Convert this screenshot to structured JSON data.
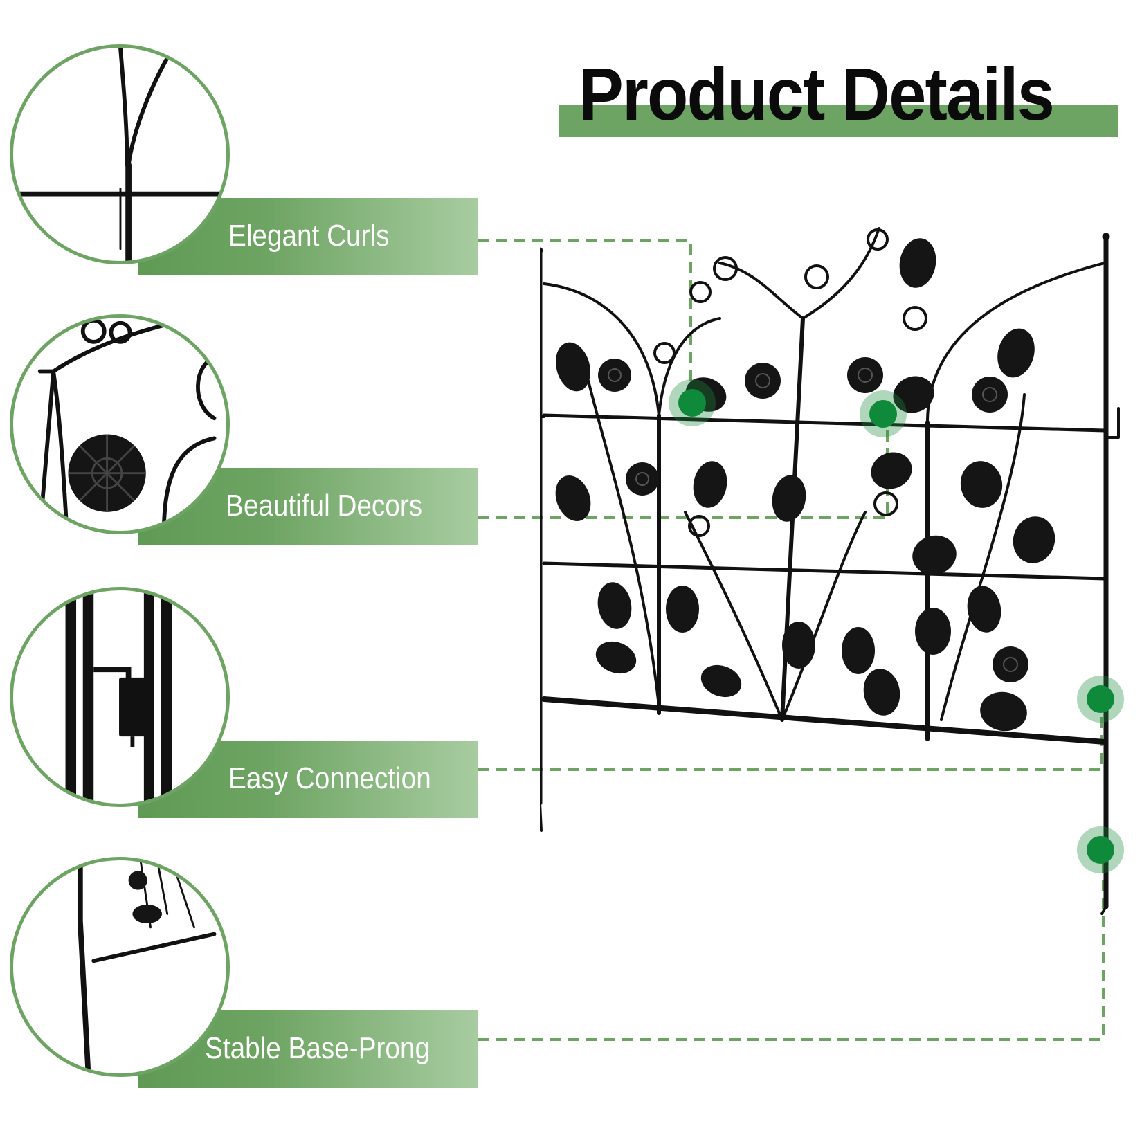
{
  "header": {
    "title": "Product Details"
  },
  "features": [
    {
      "label": "Elegant Curls"
    },
    {
      "label": "Beautiful Decors"
    },
    {
      "label": "Easy Connection"
    },
    {
      "label": "Stable Base-Prong"
    }
  ],
  "colors": {
    "accent_green": "#6ea463",
    "hotspot_green": "#0f8a3a",
    "fence_black": "#111111",
    "label_text": "#ffffff"
  }
}
